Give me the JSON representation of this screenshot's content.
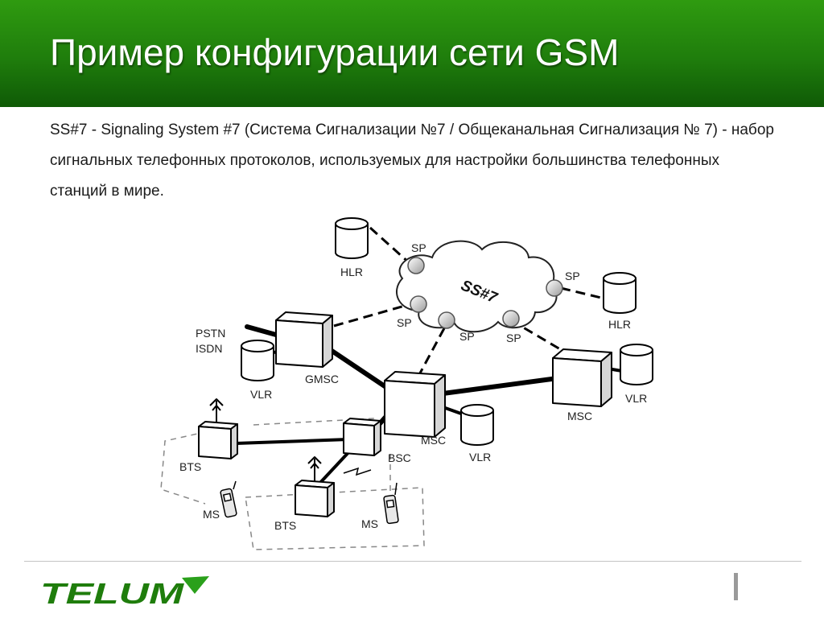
{
  "slide": {
    "title": "Пример конфигурации сети GSM",
    "description": "SS#7 - Signaling System #7 (Система Сигнализации №7 / Общеканальная Сигнализация № 7) - набор сигнальных телефонных протоколов, используемых для настройки большинства телефонных станций в мире."
  },
  "diagram": {
    "cloud_label": "SS#7",
    "labels": {
      "hlr_top": "HLR",
      "hlr_right": "HLR",
      "sp_top": "SP",
      "sp_right": "SP",
      "sp_left": "SP",
      "sp_center": "SP",
      "sp_lower_right": "SP",
      "pstn": "PSTN",
      "isdn": "ISDN",
      "vlr_gmsc": "VLR",
      "gmsc": "GMSC",
      "msc_center": "MSC",
      "vlr_center": "VLR",
      "msc_right": "MSC",
      "vlr_right": "VLR",
      "bsc": "BSC",
      "bts_left": "BTS",
      "bts_bottom": "BTS",
      "ms_left": "MS",
      "ms_right": "MS"
    }
  },
  "footer": {
    "logo_text": "TELUM",
    "brand_color": "#1f7d0c"
  }
}
